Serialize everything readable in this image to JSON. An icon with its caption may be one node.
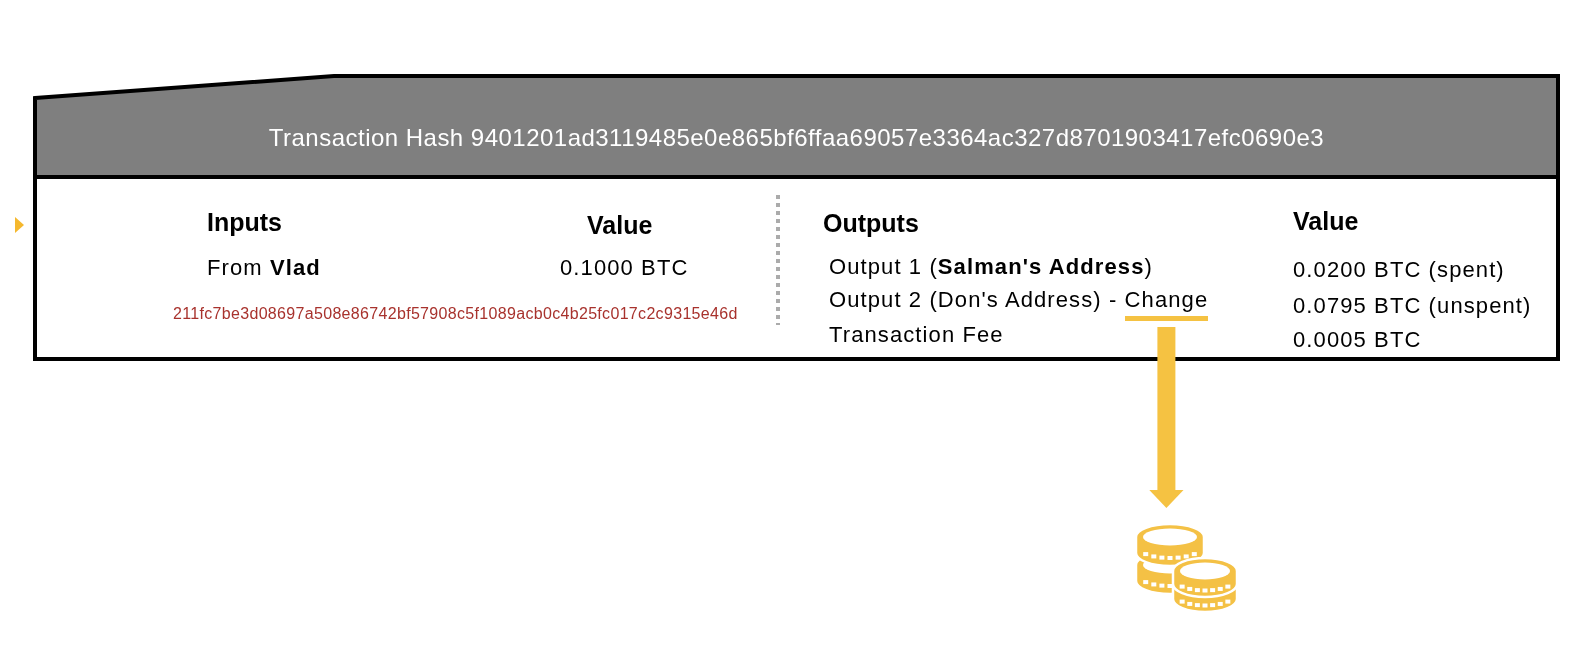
{
  "diagram": {
    "nodes": [
      {
        "text": [
          "Transaction Hash 9401201ad3119485e0e865bf6ffaa69057e3364ac327d8701903417efc0690e3"
        ]
      },
      {
        "text": [
          "Output 2 (Don's Address) - Change"
        ],
        "in": 0
      },
      {
        "text": [],
        "shape": "picture"
      }
    ],
    "edges": [
      {
        "from": 1,
        "to": 2,
        "arrow": "to"
      }
    ],
    "labels": [
      "Inputs",
      "Value",
      "Outputs",
      "Value",
      "From **Vlad**",
      "0.1000 BTC",
      "Output 1 (**Salman's Address**)",
      "0.0200 BTC (spent)",
      "0.0795 BTC (unspent)",
      "211fc7be3d08697a508e86742bf57908c5f1089acb0c4b25fc017c2c9315e46d",
      "Transaction Fee",
      "0.0005 BTC"
    ]
  }
}
